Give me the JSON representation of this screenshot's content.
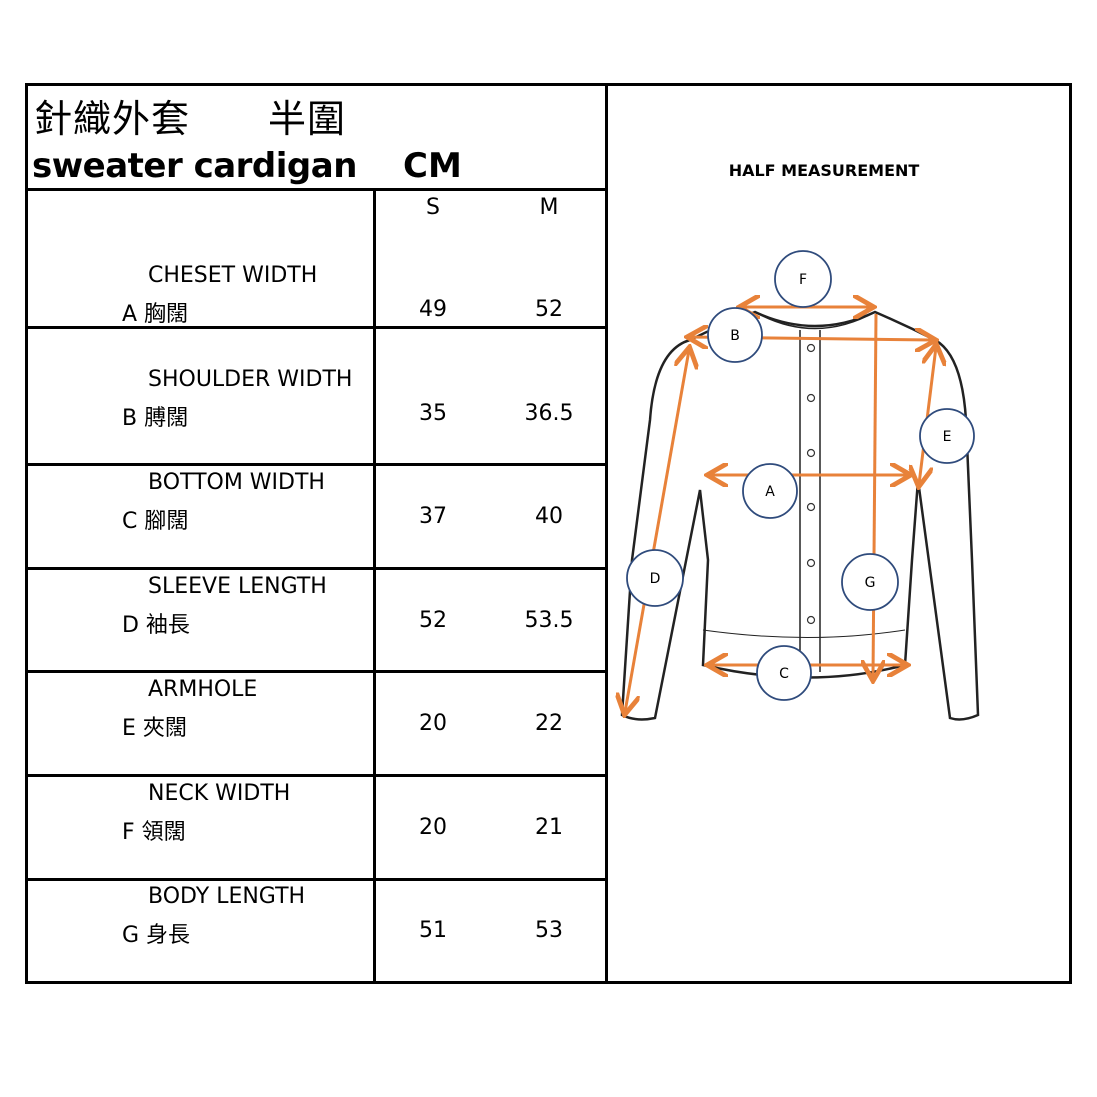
{
  "title": {
    "chinese": "針織外套　　半圍",
    "english": "sweater cardigan",
    "unit": "CM"
  },
  "sizes": [
    "S",
    "M"
  ],
  "diagram": {
    "title": "HALF MEASUREMENT",
    "labels": [
      "F",
      "B",
      "E",
      "A",
      "D",
      "G",
      "C"
    ],
    "colors": {
      "arrow": "#E8823A",
      "circle": "#2F4B7C",
      "outline": "#222222"
    }
  },
  "rows": [
    {
      "name": "CHESET WIDTH",
      "code": "A 胸闊",
      "values": [
        "49",
        "52"
      ]
    },
    {
      "name": "SHOULDER WIDTH",
      "code": "B 膊闊",
      "values": [
        "35",
        "36.5"
      ]
    },
    {
      "name": "BOTTOM WIDTH",
      "code": "C 腳闊",
      "values": [
        "37",
        "40"
      ]
    },
    {
      "name": "SLEEVE LENGTH",
      "code": "D 袖長",
      "values": [
        "52",
        "53.5"
      ]
    },
    {
      "name": "ARMHOLE",
      "code": "E 夾闊",
      "values": [
        "20",
        "22"
      ]
    },
    {
      "name": "NECK WIDTH",
      "code": "F 領闊",
      "values": [
        "20",
        "21"
      ]
    },
    {
      "name": "BODY LENGTH",
      "code": "G 身長",
      "values": [
        "51",
        "53"
      ]
    }
  ]
}
